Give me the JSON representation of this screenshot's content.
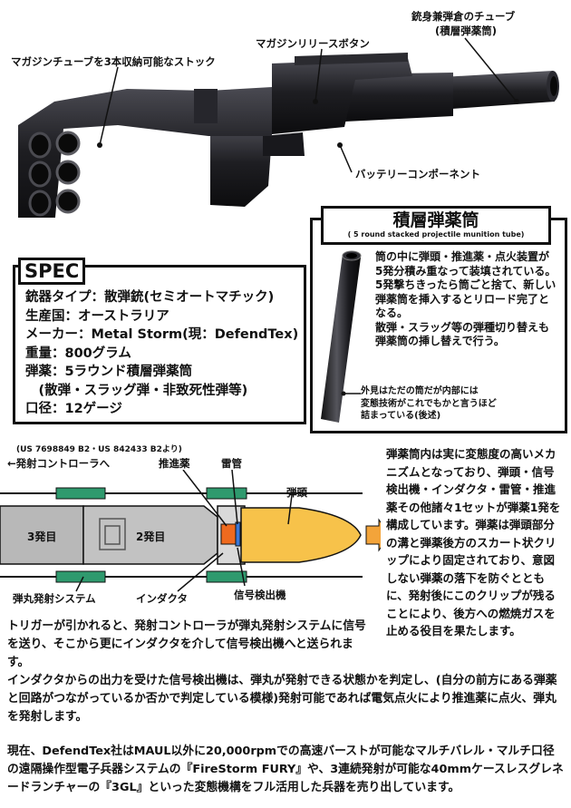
{
  "callouts": {
    "barrel_tube": "銃身兼弾倉のチューブ",
    "barrel_tube_sub": "(積層弾薬筒)",
    "mag_release": "マガジンリリースボタン",
    "stock": "マガジンチューブを3本収納可能なストック",
    "battery": "バッテリーコンポーネント"
  },
  "spec": {
    "title": "SPEC",
    "lines": [
      "銃器タイプ：散弾銃(セミオートマチック)",
      "生産国：オーストラリア",
      "メーカー：Metal Storm(現：DefendTex)",
      "重量：800グラム",
      "弾薬：5ラウンド積層弾薬筒",
      "　(散弾・スラッグ弾・非致死性弾等)",
      "口径：12ゲージ"
    ]
  },
  "tube": {
    "title": "積層弾薬筒",
    "subtitle": "( 5 round stacked projectile munition tube)",
    "desc": [
      "筒の中に弾頭・推進薬・点火装置が5発分積み重なって装填されている。",
      "5発撃ちきったら筒ごと捨て、新しい弾薬筒を挿入するとリロード完了となる。",
      "散弾・スラッグ等の弾種切り替えも弾薬筒の挿し替えで行う。"
    ],
    "note": [
      "外見はただの筒だが内部には",
      "変態技術がこれでもかと言うほど",
      "詰まっている(後述)"
    ]
  },
  "diagram": {
    "patent": "(US 7698849 B2・US 842433 B2より)",
    "to_controller": "←発射コントローラへ",
    "propellant": "推進薬",
    "primer": "雷管",
    "warhead": "弾頭",
    "round3": "3発目",
    "round2": "2発目",
    "launch_system": "弾丸発射システム",
    "inductor": "インダクタ",
    "signal_detector": "信号検出機"
  },
  "right_para": "弾薬筒内は実に変態度の高いメカニズムとなっており、弾頭・信号検出機・インダクタ・雷管・推進薬その他諸々1セットが弾薬1発を構成しています。弾薬は弾頭部分の溝と弾薬後方のスカート状クリップにより固定されており、意図しない弾薬の落下を防ぐとともに、発射後にこのクリップが残ることにより、後方への燃焼ガスを止める役目を果たします。",
  "para1": "トリガーが引かれると、発射コントローラが弾丸発射システムに信号を送り、そこから更にインダクタを介して信号検出機へと送られます。",
  "para2": "インダクタからの出力を受けた信号検出機は、弾丸が発射できる状態かを判定し、(自分の前方にある弾薬と回路がつながっているか否かで判定している模様)発射可能であれば電気点火により推進薬に点火、弾丸を発射します。",
  "para3": "現在、DefendTex社はMAUL以外に20,000rpmでの高速バーストが可能なマルチバレル・マルチ口径の遠隔操作型電子兵器システムの『FireStorm FURY』や、3連続発射が可能な40mmケースレスグレネードランチャーの『3GL』といった変態機構をフル活用した兵器を売り出しています。",
  "colors": {
    "ink": "#111111",
    "gun": "#1e1e22",
    "round_gray": "#b8b8b8",
    "clip_green": "#2f9a6e",
    "propellant_orange": "#ef6a1e",
    "primer_blue": "#3a78d8",
    "warhead_yellow": "#f7c24a",
    "arrow_orange": "#f3a43a"
  }
}
